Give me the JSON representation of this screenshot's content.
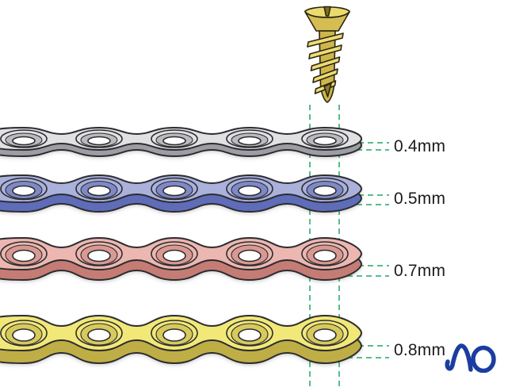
{
  "illustration": {
    "subject": "plate-thickness-comparison",
    "screw": {
      "name": "cortex-screw",
      "color": "#d8c455"
    },
    "plates": [
      {
        "color_name": "silver",
        "thickness_label": "0.4mm",
        "hole_count": 5,
        "top_color": "#e1e1e4",
        "side_color": "#9d9ea3"
      },
      {
        "color_name": "blue",
        "thickness_label": "0.5mm",
        "hole_count": 5,
        "top_color": "#aab1db",
        "side_color": "#5f6cb8"
      },
      {
        "color_name": "pink",
        "thickness_label": "0.7mm",
        "hole_count": 5,
        "top_color": "#ecb7b0",
        "side_color": "#c47c74"
      },
      {
        "color_name": "gold",
        "thickness_label": "0.8mm",
        "hole_count": 5,
        "top_color": "#f1e878",
        "side_color": "#bfae45"
      }
    ],
    "guide_line_color": "#57bd8c",
    "logo": {
      "text": "AO",
      "color": "#1c3da0"
    }
  }
}
